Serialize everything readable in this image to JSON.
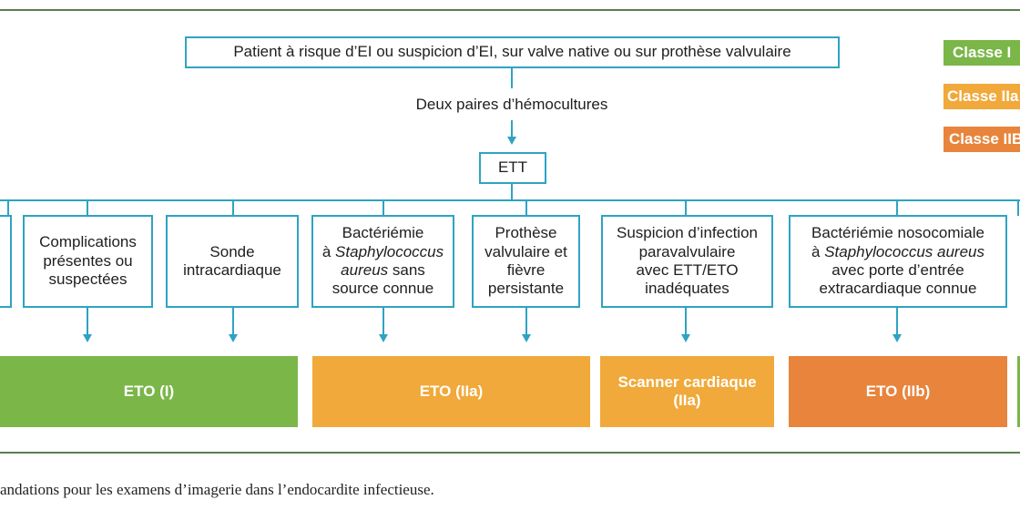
{
  "top_box": "Patient à risque d’EI ou suspicion d’EI, sur valve native ou sur prothèse valvulaire",
  "step_label": "Deux paires d’hémocultures",
  "ett_box": "ETT",
  "legend": [
    {
      "label": "Classe I",
      "color": "#7ab648"
    },
    {
      "label": "Classe IIa",
      "color": "#f0a93a"
    },
    {
      "label": "Classe IIB",
      "color": "#e8843c"
    }
  ],
  "criteria": [
    {
      "lines": [
        "Complications",
        "présentes ou",
        "suspectées"
      ]
    },
    {
      "lines": [
        "Sonde",
        "intracardiaque"
      ]
    },
    {
      "lines": [
        "Bactériémie",
        "à Staphylococcus",
        "aureus sans",
        "source connue"
      ]
    },
    {
      "lines": [
        "Prothèse",
        "valvulaire et",
        "fièvre",
        "persistante"
      ]
    },
    {
      "lines": [
        "Suspicion d’infection",
        "paravalvulaire",
        "avec ETT/ETO",
        "inadéquates"
      ]
    },
    {
      "lines": [
        "Bactériémie nosocomiale",
        "à Staphylococcus aureus",
        "avec porte d’entrée",
        "extracardiaque connue"
      ]
    }
  ],
  "results": [
    {
      "label": "ETO (I)",
      "color": "#7ab648"
    },
    {
      "label": "ETO (IIa)",
      "color": "#f0a93a"
    },
    {
      "label": "Scanner cardiaque",
      "label2": "(IIa)",
      "color": "#f0a93a"
    },
    {
      "label": "ETO (IIb)",
      "color": "#e8843c"
    }
  ],
  "caption": "andations pour les examens d’imagerie dans l’endocardite infectieuse."
}
